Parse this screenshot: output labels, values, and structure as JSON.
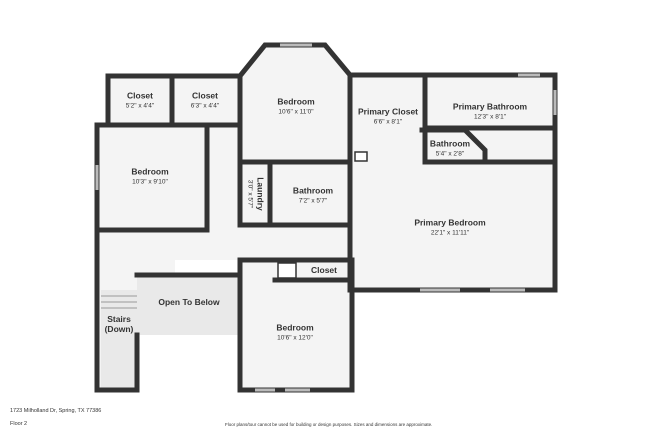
{
  "rooms": [
    {
      "name": "Closet",
      "dims": "5'2\" x 4'4\""
    },
    {
      "name": "Closet",
      "dims": "6'3\" x 4'4\""
    },
    {
      "name": "Bedroom",
      "dims": "10'6\" x 11'0\""
    },
    {
      "name": "Primary Closet",
      "dims": "6'6\" x 8'1\""
    },
    {
      "name": "Primary Bathroom",
      "dims": "12'3\" x 8'1\""
    },
    {
      "name": "Bathroom",
      "dims": "5'4\" x 2'8\""
    },
    {
      "name": "Bedroom",
      "dims": "10'3\" x 9'10\""
    },
    {
      "name": "Laundry",
      "dims": "3'0\" x 5'7\""
    },
    {
      "name": "Bathroom",
      "dims": "7'2\" x 5'7\""
    },
    {
      "name": "Primary Bedroom",
      "dims": "22'1\" x 11'11\""
    },
    {
      "name": "Closet",
      "dims": ""
    },
    {
      "name": "Open To Below",
      "dims": ""
    },
    {
      "name": "Stairs (Down)",
      "dims": ""
    },
    {
      "name": "Bedroom",
      "dims": "10'6\" x 12'0\""
    }
  ],
  "footer": {
    "address": "1723 Milholland Dr, Spring, TX 77386",
    "floor": "Floor 2",
    "disclaimer": "Floor plans/tour cannot be used for building or design purposes. Sizes and dimensions are approximate."
  },
  "colors": {
    "wall": "#333333",
    "room": "#f4f4f4",
    "open": "#e9e9e9"
  }
}
